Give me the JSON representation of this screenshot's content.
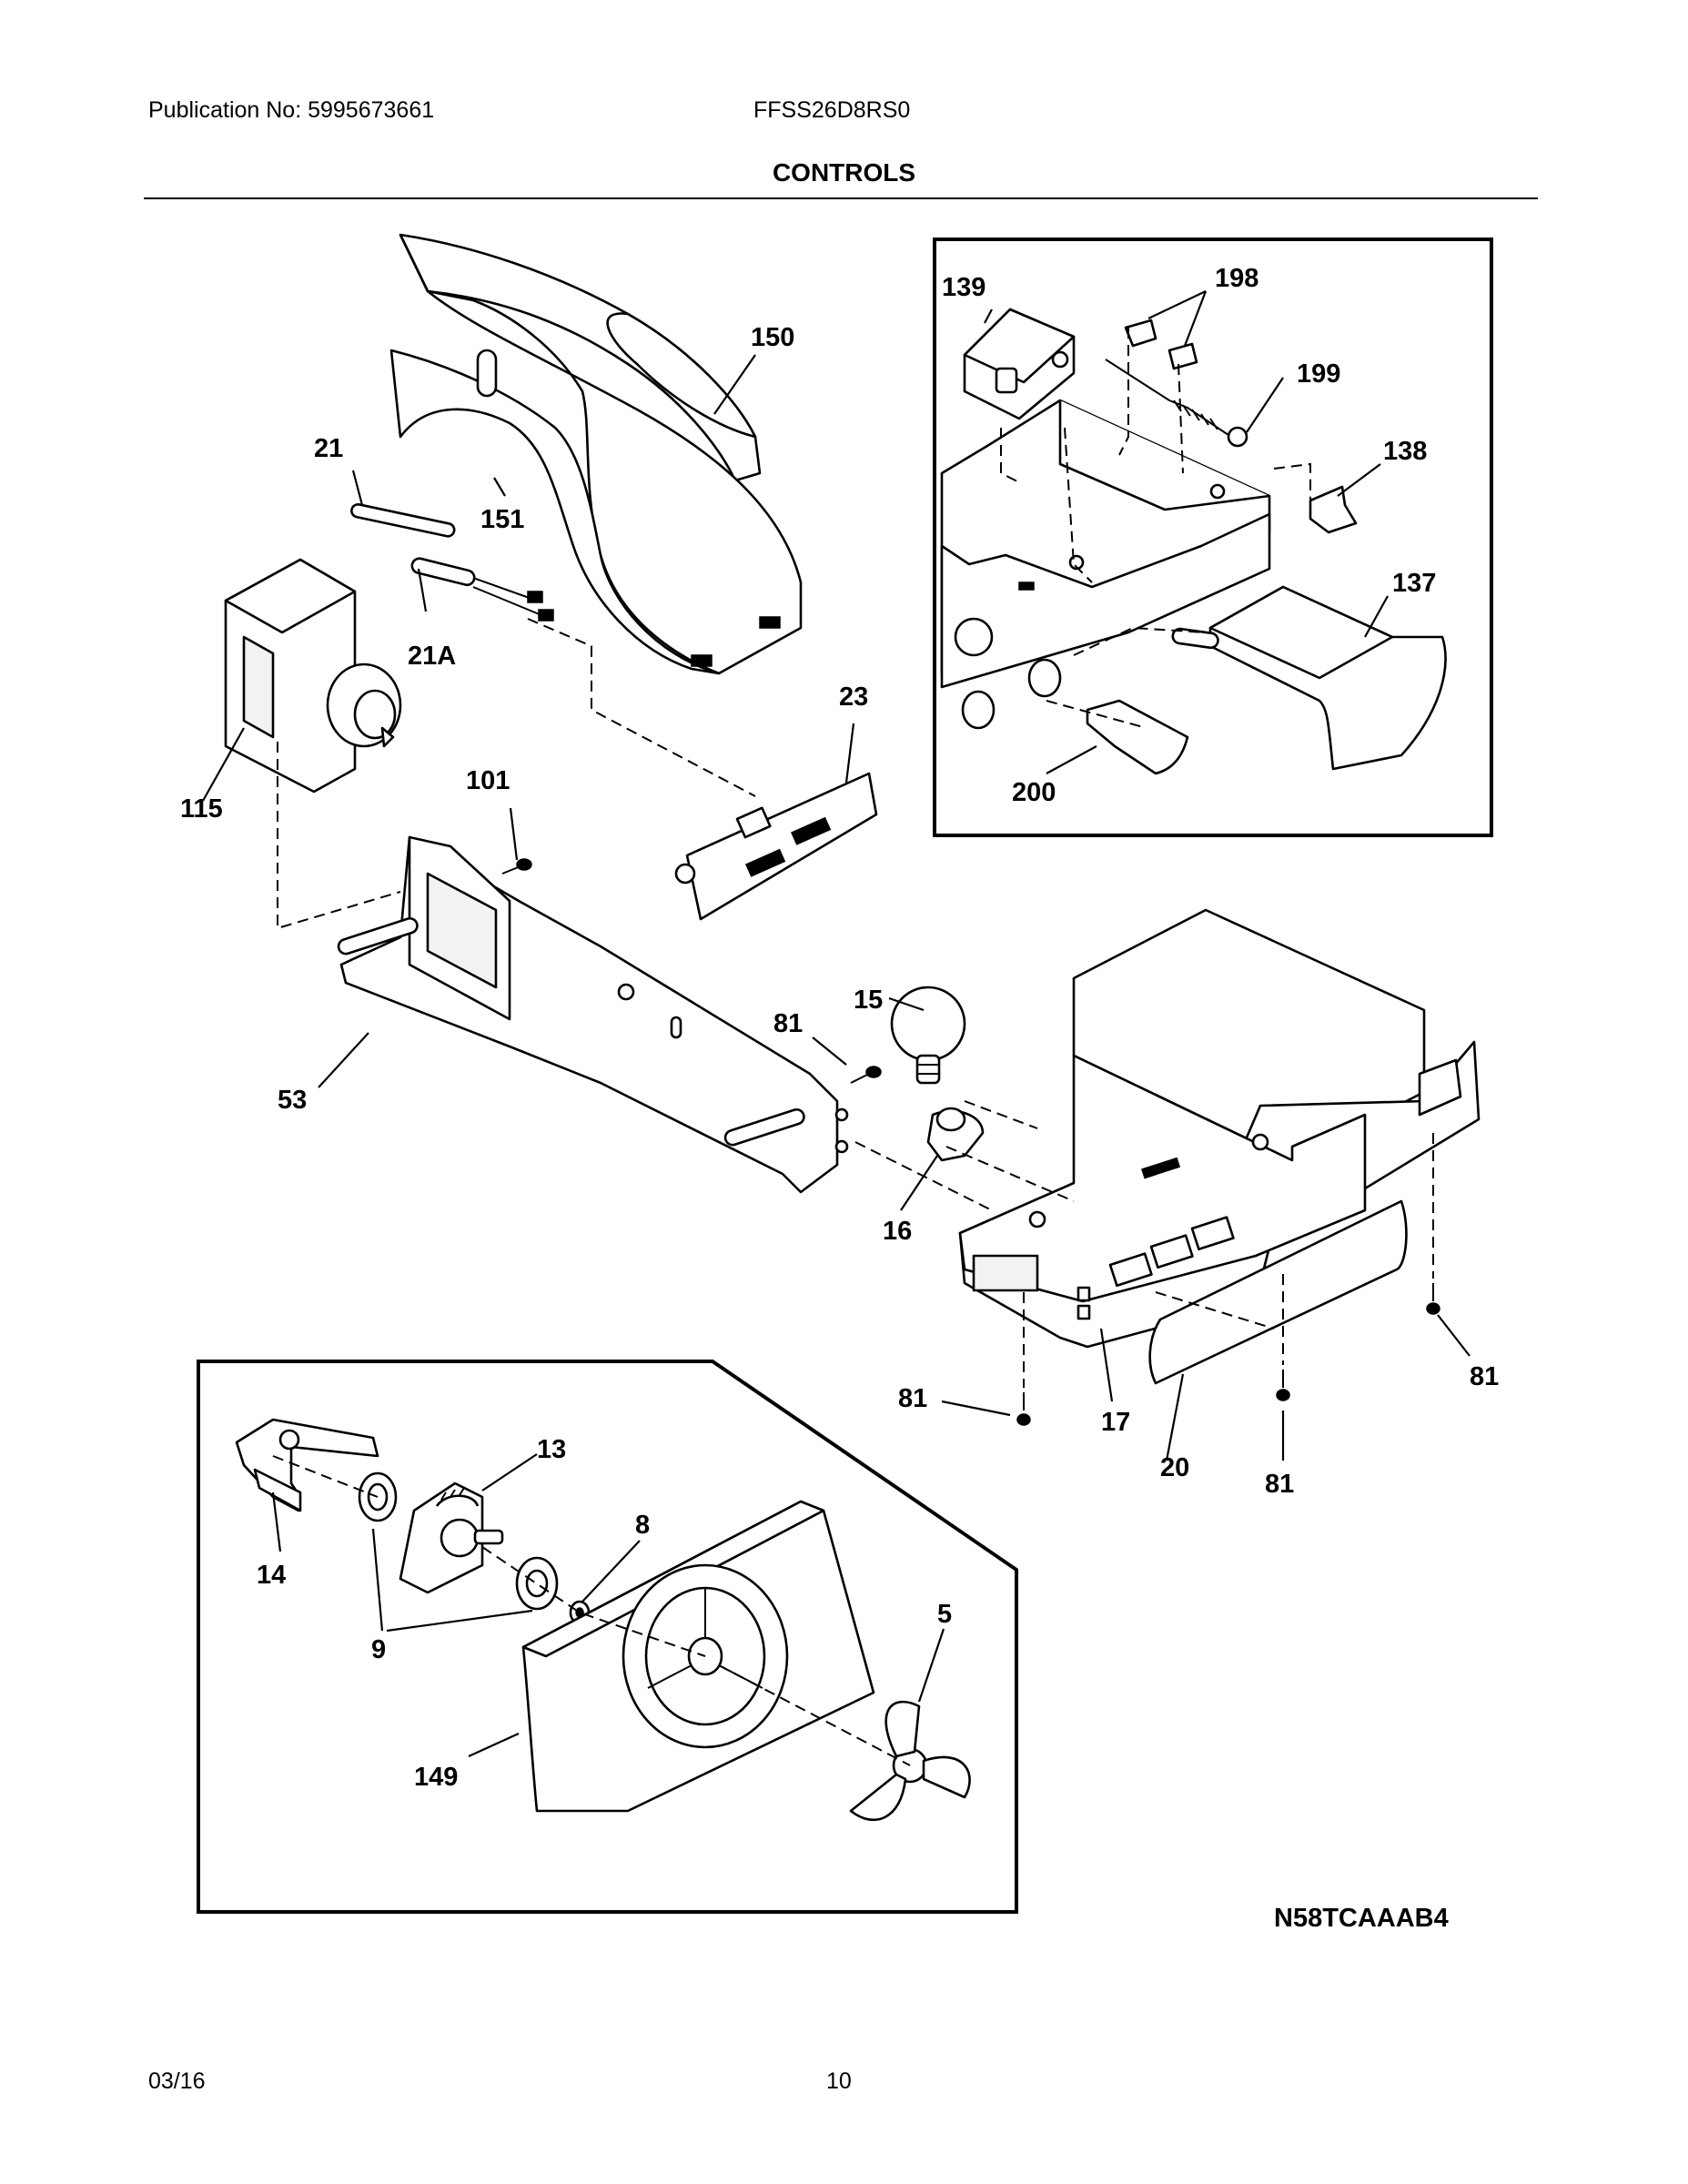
{
  "header": {
    "publication": "Publication No: 5995673661",
    "model": "FFSS26D8RS0",
    "section_title": "CONTROLS"
  },
  "diagram": {
    "code": "N58TCAAAB4",
    "part_labels": {
      "p150": "150",
      "p151": "151",
      "p21": "21",
      "p21a": "21A",
      "p115": "115",
      "p101": "101",
      "p23": "23",
      "p53": "53",
      "p81a": "81",
      "p15": "15",
      "p16": "16",
      "p17": "17",
      "p20": "20",
      "p81b": "81",
      "p81c": "81",
      "p81d": "81",
      "p139": "139",
      "p198": "198",
      "p199": "199",
      "p138": "138",
      "p137": "137",
      "p200": "200",
      "p13": "13",
      "p14": "14",
      "p8": "8",
      "p9": "9",
      "p5": "5",
      "p149": "149"
    }
  },
  "footer": {
    "date": "03/16",
    "page": "10"
  }
}
